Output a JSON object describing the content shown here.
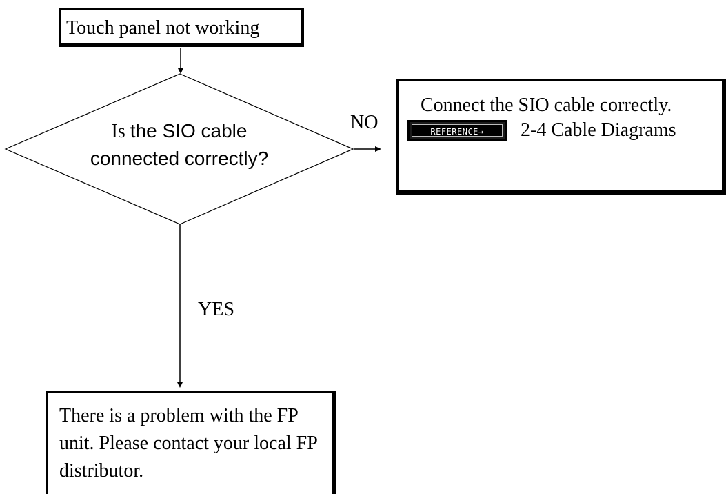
{
  "start": {
    "text": "Touch panel not working"
  },
  "decision": {
    "question_line1_prefix": "Is",
    "question_line1_main": "the SIO cable",
    "question_line2": "connected correctly?"
  },
  "branch_no": {
    "label": "NO",
    "text": "Connect the SIO cable correctly.",
    "reference_badge": "REFERENCE→",
    "reference_text": "2-4 Cable Diagrams"
  },
  "branch_yes": {
    "label": "YES",
    "text": "There is a problem with the FP unit.  Please contact your local FP distributor."
  }
}
